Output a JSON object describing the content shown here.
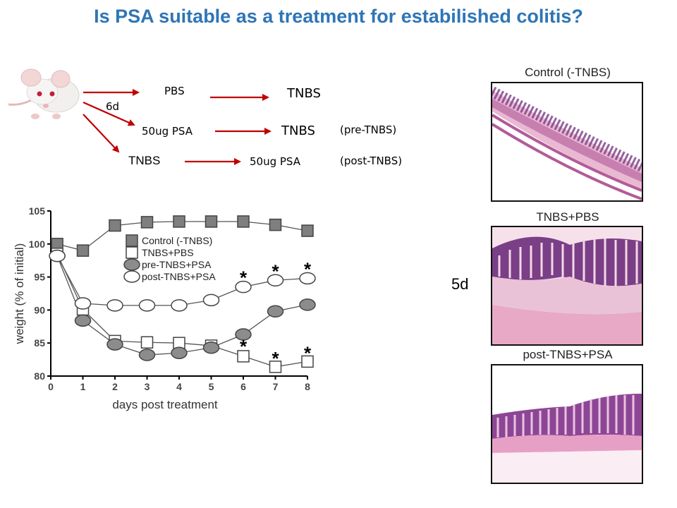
{
  "slide": {
    "title": "Is PSA suitable as a treatment for estabilished colitis?"
  },
  "scheme": {
    "row1": {
      "from": "PBS",
      "to": "TNBS"
    },
    "row2": {
      "from": "50ug PSA",
      "to": "TNBS",
      "note": "(pre-TNBS)"
    },
    "row3": {
      "from": "TNBS",
      "to": "50ug PSA",
      "note": "(post-TNBS)"
    },
    "interval": "6d"
  },
  "histology": {
    "duration": "5d",
    "panels": [
      {
        "label": "Control (-TNBS)"
      },
      {
        "label": "TNBS+PBS"
      },
      {
        "label": "post-TNBS+PSA"
      }
    ]
  },
  "chart_data": {
    "type": "line",
    "xlabel": "days post treatment",
    "ylabel": "weight (% of initial)",
    "xlim": [
      0,
      8
    ],
    "ylim": [
      80,
      105
    ],
    "xticks": [
      0,
      1,
      2,
      3,
      4,
      5,
      6,
      7,
      8
    ],
    "yticks": [
      80,
      85,
      90,
      95,
      100,
      105
    ],
    "legend_position": "top-left",
    "series": [
      {
        "name": "Control (-TNBS)",
        "marker": "square",
        "fill": "#7f7f7f",
        "x": [
          0.2,
          1,
          2,
          3,
          4,
          5,
          6,
          7,
          8
        ],
        "y": [
          100,
          99,
          102.8,
          103.3,
          103.4,
          103.4,
          103.4,
          102.9,
          102
        ]
      },
      {
        "name": "TNBS+PBS",
        "marker": "square",
        "fill": "#ffffff",
        "x": [
          0.2,
          1,
          2,
          3,
          4,
          5,
          6,
          7,
          8
        ],
        "y": [
          98.5,
          90.1,
          85.3,
          85.1,
          85,
          84.6,
          83,
          81.4,
          82.2
        ]
      },
      {
        "name": "pre-TNBS+PSA",
        "marker": "circle",
        "fill": "#8c8c8c",
        "x": [
          0.2,
          1,
          2,
          3,
          4,
          5,
          6,
          7,
          8
        ],
        "y": [
          98.2,
          88.4,
          84.8,
          83.2,
          83.5,
          84.3,
          86.3,
          89.8,
          90.8
        ]
      },
      {
        "name": "post-TNBS+PSA",
        "marker": "circle",
        "fill": "#ffffff",
        "x": [
          0.2,
          1,
          2,
          3,
          4,
          5,
          6,
          7,
          8
        ],
        "y": [
          98.2,
          91,
          90.7,
          90.7,
          90.7,
          91.5,
          93.5,
          94.5,
          94.8
        ]
      }
    ],
    "annotations": [
      {
        "text": "*",
        "x": 6,
        "y": 95.2
      },
      {
        "text": "*",
        "x": 7,
        "y": 96.2
      },
      {
        "text": "*",
        "x": 8,
        "y": 96.5
      },
      {
        "text": "*",
        "x": 6,
        "y": 84.8
      },
      {
        "text": "*",
        "x": 7,
        "y": 83.0
      },
      {
        "text": "*",
        "x": 8,
        "y": 83.8
      }
    ]
  }
}
